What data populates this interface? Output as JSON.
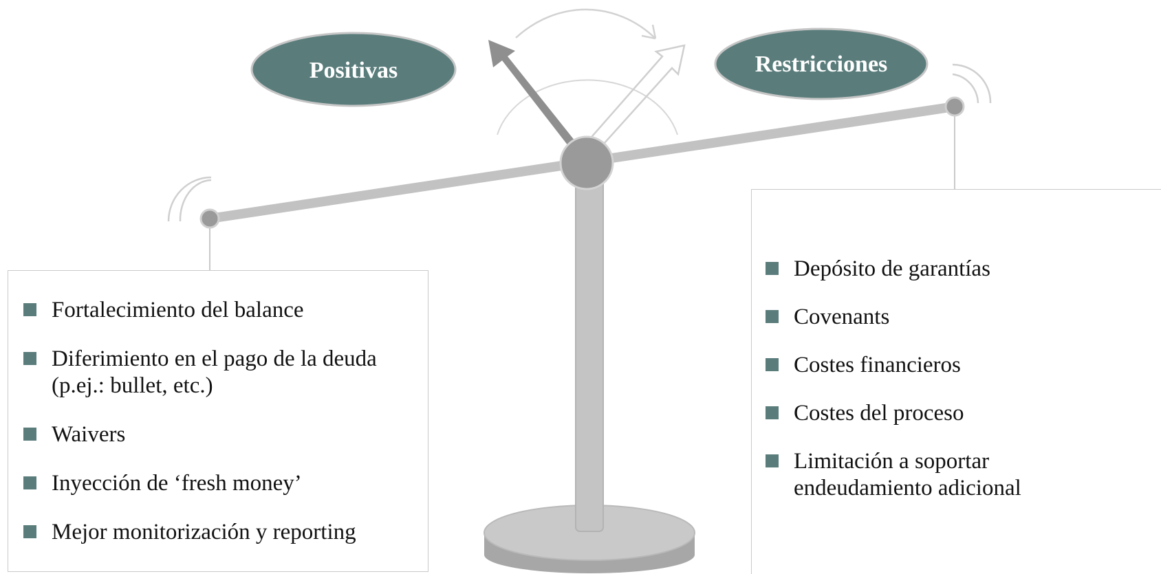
{
  "colors": {
    "accent": "#5a7d7c",
    "beam": "#c2c2c2",
    "pivot": "#9a9a9a",
    "dark_arrow": "#8f8f8f",
    "panel_border": "#c9c9c9",
    "text": "#111111"
  },
  "labels": {
    "positive": "Positivas",
    "restrictions": "Restricciones"
  },
  "left_panel": {
    "items": [
      {
        "lines": [
          "Fortalecimiento del balance"
        ]
      },
      {
        "lines": [
          "Diferimiento en el pago de la deuda",
          "(p.ej.: bullet, etc.)"
        ]
      },
      {
        "lines": [
          "Waivers"
        ]
      },
      {
        "lines": [
          "Inyección de ‘fresh money’"
        ]
      },
      {
        "lines": [
          "Mejor monitorización y reporting"
        ]
      }
    ]
  },
  "right_panel": {
    "items": [
      {
        "lines": [
          "Depósito de garantías"
        ]
      },
      {
        "lines": [
          "Covenants"
        ]
      },
      {
        "lines": [
          "Costes financieros"
        ]
      },
      {
        "lines": [
          "Costes del proceso"
        ]
      },
      {
        "lines": [
          "Limitación a soportar",
          "endeudamiento adicional"
        ]
      }
    ]
  },
  "icons": [
    "balance-scale-icon",
    "dark-arrow-icon",
    "outline-arrow-icon",
    "curved-arrow-icon",
    "motion-arc-icon"
  ]
}
